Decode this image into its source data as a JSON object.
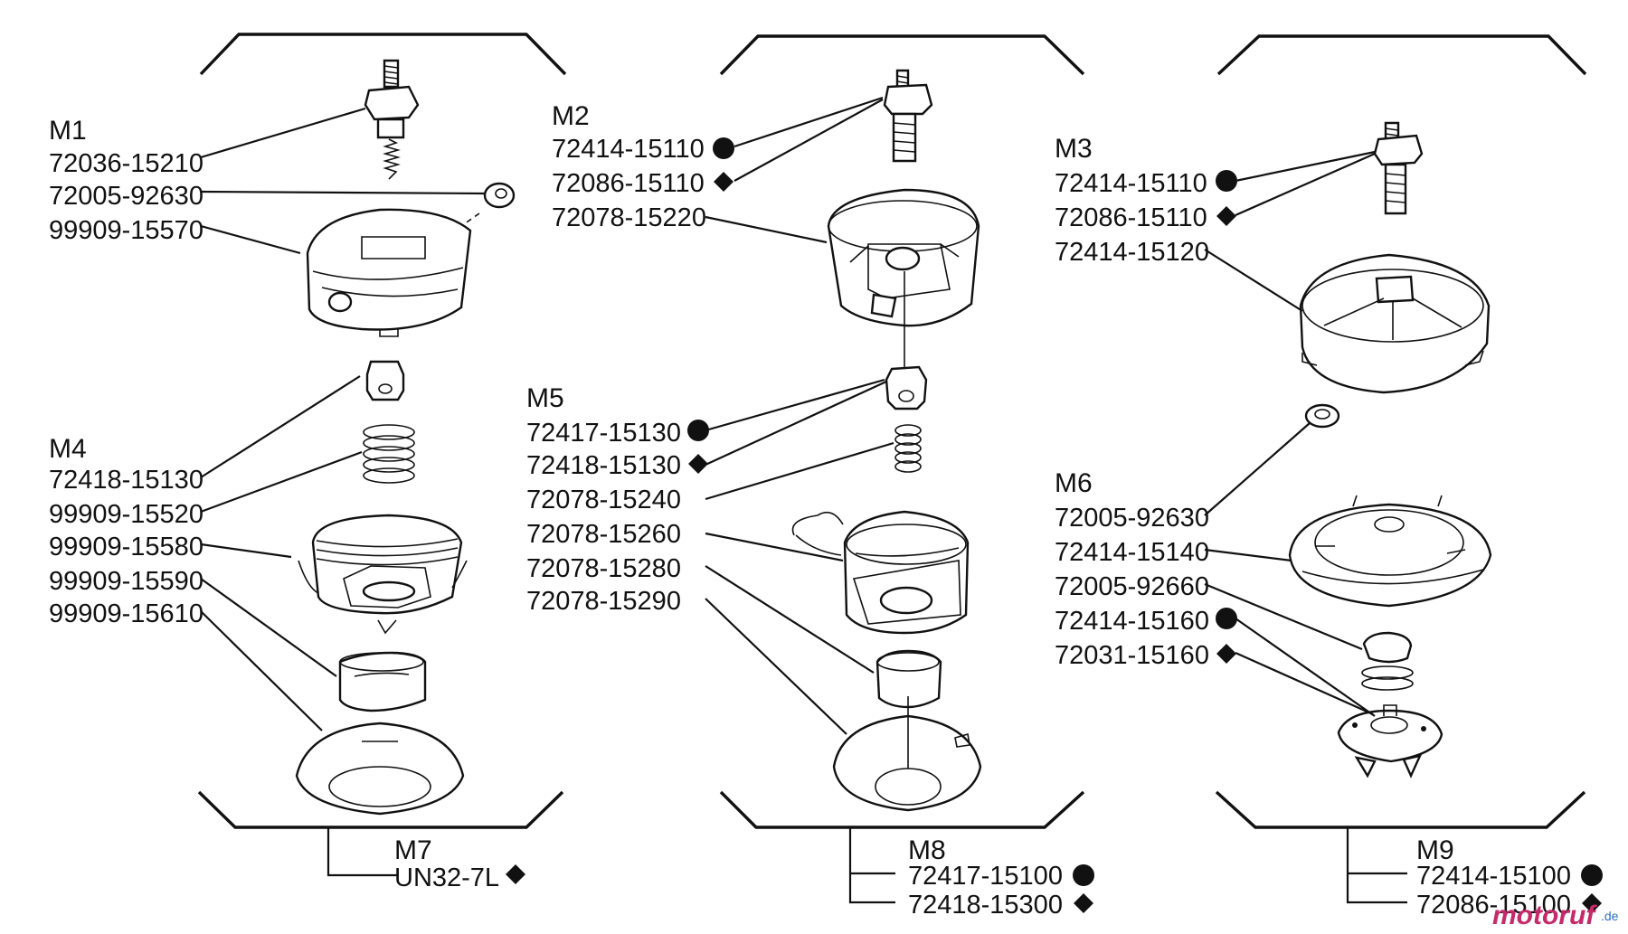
{
  "colors": {
    "ink": "#111111",
    "background": "#ffffff",
    "watermark_pink": "#c62a6b",
    "watermark_blue": "#2a6fc6"
  },
  "symbols": {
    "circle": "black-circle-icon",
    "diamond": "black-diamond-icon"
  },
  "labels": {
    "m1": "M1",
    "m1_p1": "72036-15210",
    "m1_p2": "72005-92630",
    "m1_p3": "99909-15570",
    "m4": "M4",
    "m4_p1": "72418-15130",
    "m4_p2": "99909-15520",
    "m4_p3": "99909-15580",
    "m4_p4": "99909-15590",
    "m4_p5": "99909-15610",
    "m7": "M7",
    "m7_p1": "UN32-7L",
    "m2": "M2",
    "m2_p1": "72414-15110",
    "m2_p2": "72086-15110",
    "m2_p3": "72078-15220",
    "m5": "M5",
    "m5_p1": "72417-15130",
    "m5_p2": "72418-15130",
    "m5_p3": "72078-15240",
    "m5_p4": "72078-15260",
    "m5_p5": "72078-15280",
    "m5_p6": "72078-15290",
    "m8": "M8",
    "m8_p1": "72417-15100",
    "m8_p2": "72418-15300",
    "m3": "M3",
    "m3_p1": "72414-15110",
    "m3_p2": "72086-15110",
    "m3_p3": "72414-15120",
    "m6": "M6",
    "m6_p1": "72005-92630",
    "m6_p2": "72414-15140",
    "m6_p3": "72005-92660",
    "m6_p4": "72414-15160",
    "m6_p5": "72031-15160",
    "m9": "M9",
    "m9_p1": "72414-15100",
    "m9_p2": "72086-15100"
  },
  "watermark": {
    "part1": "motoruf",
    "part2": ".de"
  }
}
